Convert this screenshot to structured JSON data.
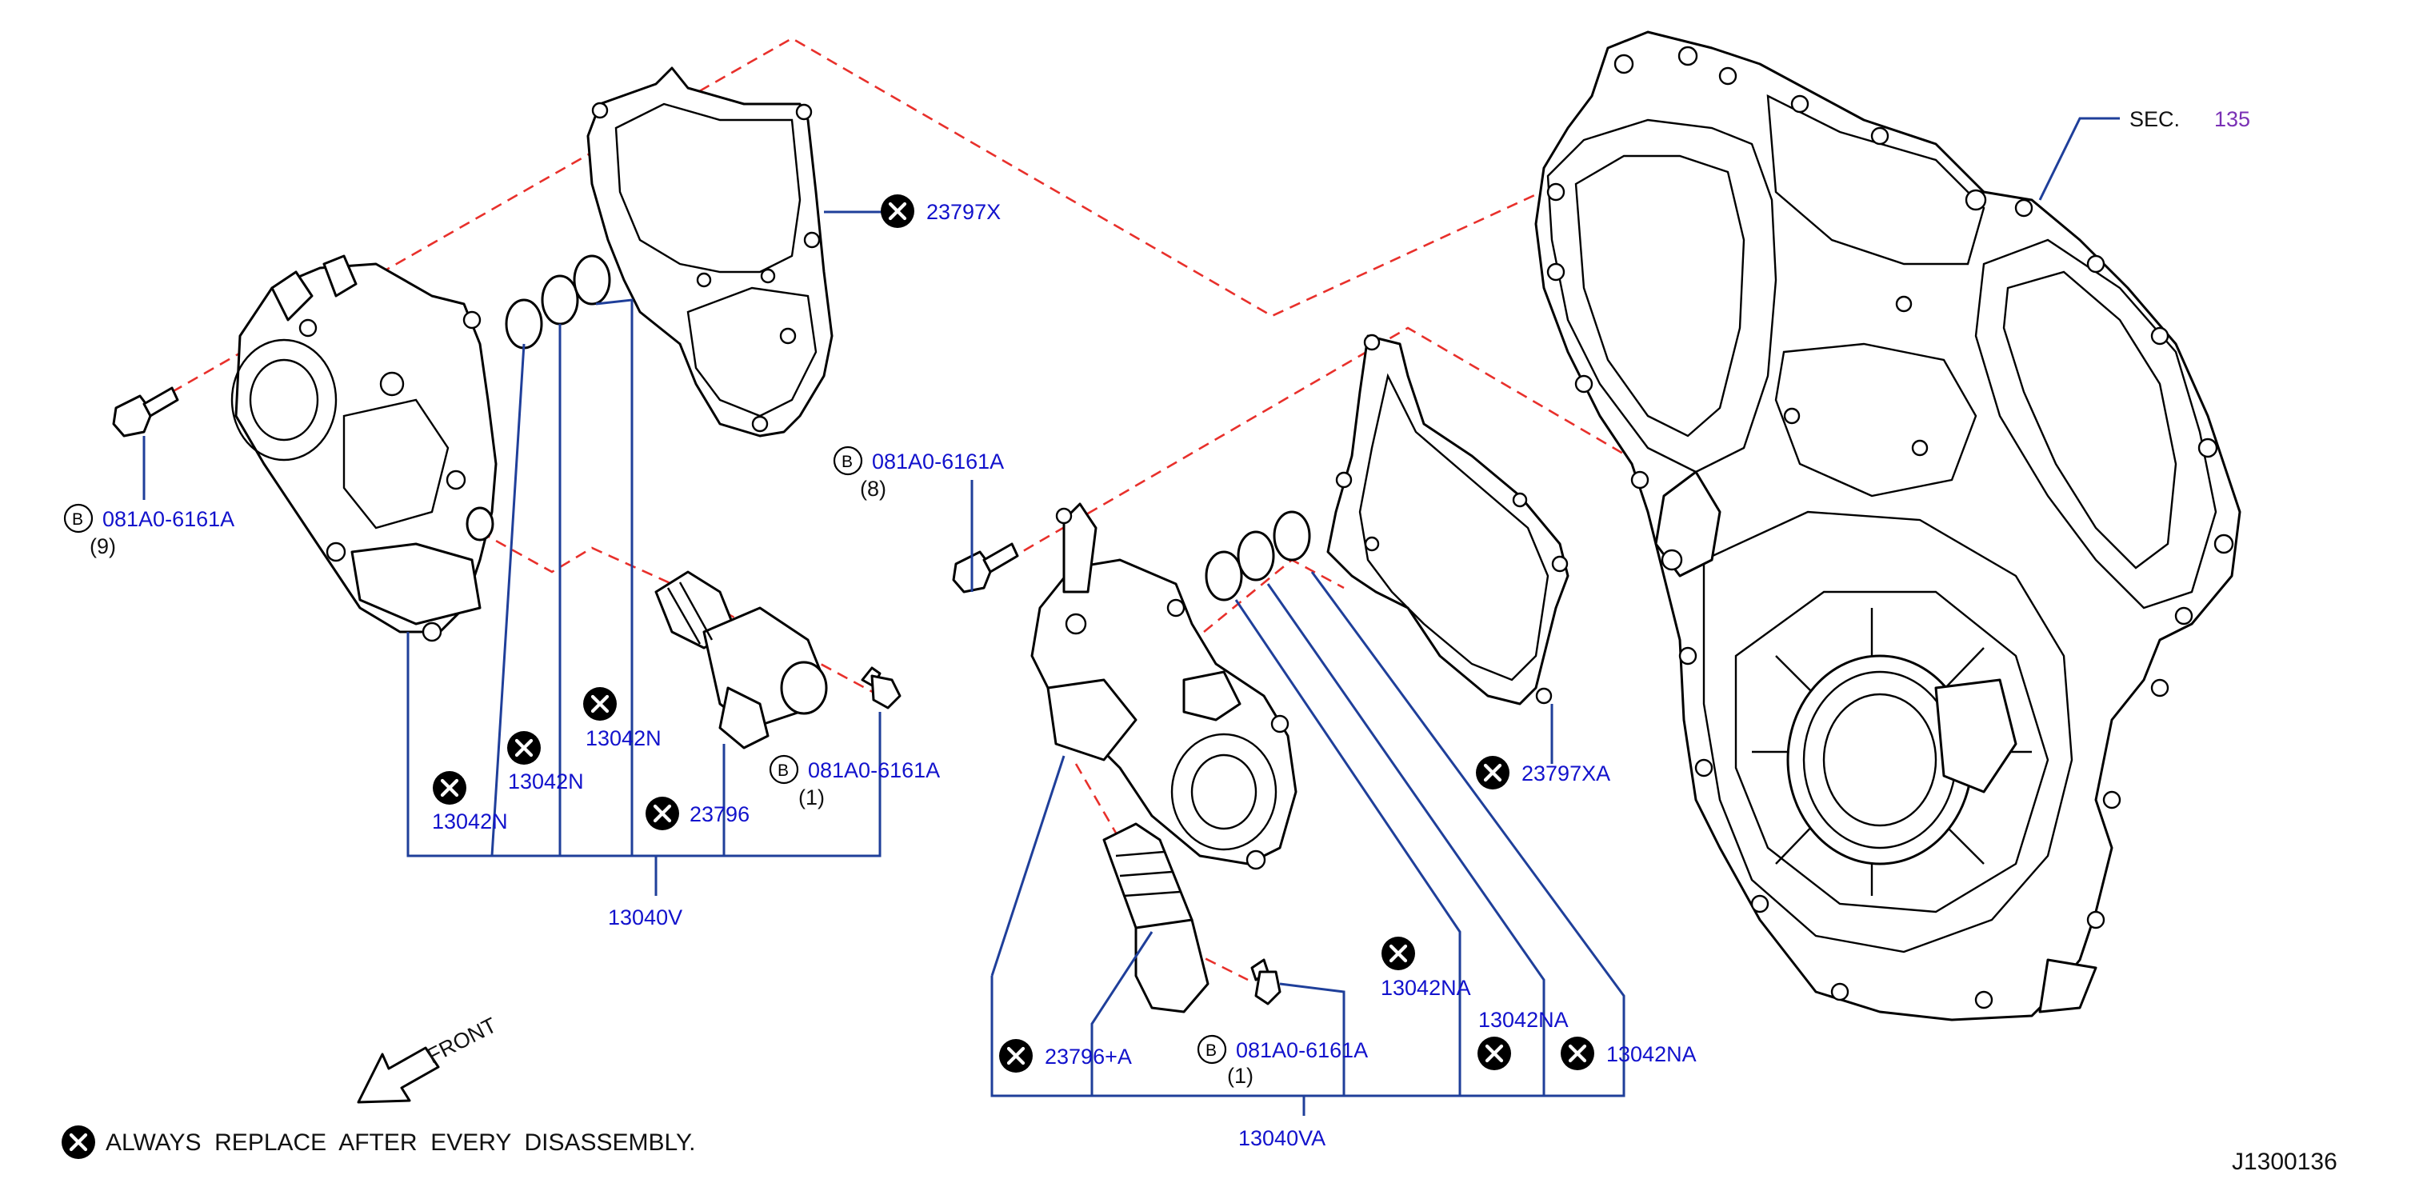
{
  "drawing_code": "J1300136",
  "section_ref": {
    "prefix": "SEC.",
    "number": "135"
  },
  "front_label": "FRONT",
  "legend_text": "ALWAYS  REPLACE  AFTER  EVERY  DISASSEMBLY.",
  "bolt_marker_letter": "B",
  "parts": {
    "gasket_left": "23797X",
    "gasket_right": "23797XA",
    "bolt_left": {
      "code": "081A0-6161A",
      "qty": "(9)"
    },
    "bolt_top_right": {
      "code": "081A0-6161A",
      "qty": "(8)"
    },
    "bolt_solenoid_left": {
      "code": "081A0-6161A",
      "qty": "(1)"
    },
    "bolt_solenoid_right": {
      "code": "081A0-6161A",
      "qty": "(1)"
    },
    "oring_left_1": "13042N",
    "oring_left_2": "13042N",
    "oring_left_3": "13042N",
    "oring_right_1": "13042NA",
    "oring_right_2": "13042NA",
    "oring_right_3": "13042NA",
    "solenoid_left": "23796",
    "solenoid_right": "23796+A",
    "assembly_left": "13040V",
    "assembly_right": "13040VA"
  },
  "colors": {
    "leader": "#1f3f9a",
    "part_number": "#1212cc",
    "phantom_line": "#e8302b",
    "section_number": "#7a30b5"
  }
}
